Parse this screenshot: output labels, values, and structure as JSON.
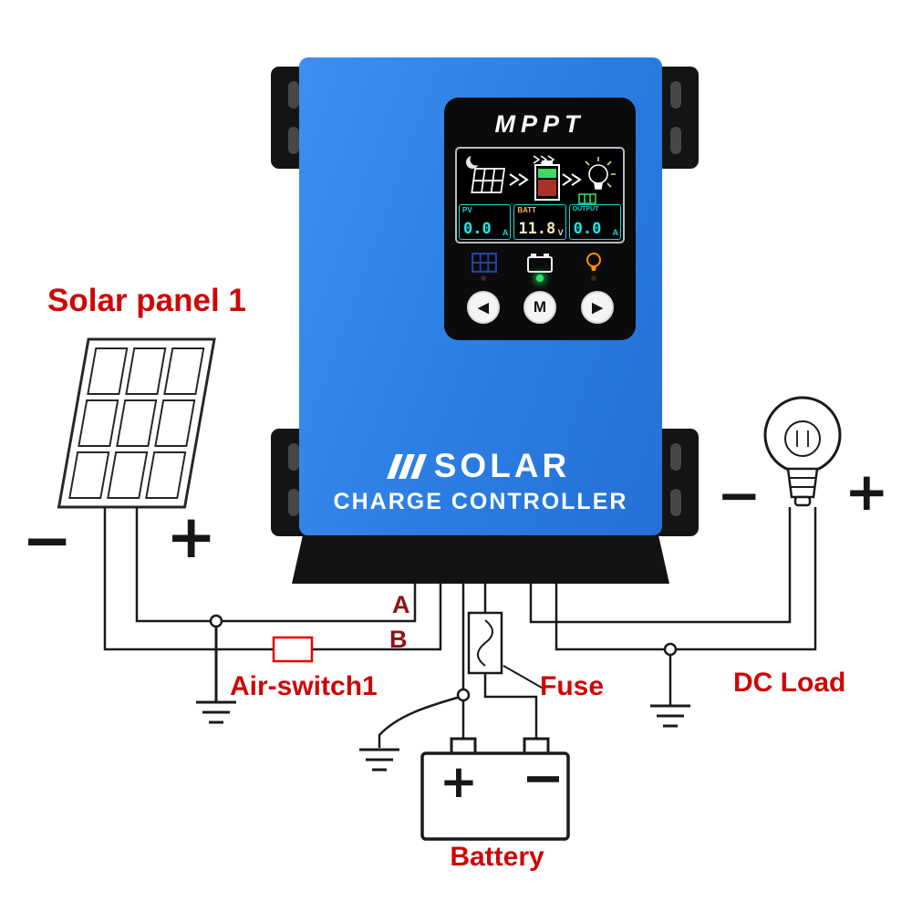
{
  "diagram": {
    "labels": {
      "solar_panel": "Solar panel 1",
      "air_switch": "Air-switch1",
      "fuse": "Fuse",
      "dc_load": "DC Load",
      "battery": "Battery",
      "wire_a": "A",
      "wire_b": "B",
      "panel_minus": "−",
      "panel_plus": "+",
      "load_minus": "−",
      "load_plus": "+",
      "battery_plus": "+",
      "battery_minus": "−"
    }
  },
  "controller": {
    "brand": "MPPT",
    "name_line1": "SOLAR",
    "name_line2": "CHARGE CONTROLLER",
    "lcd": {
      "pv": {
        "label": "PV",
        "value": "0.0",
        "unit": "A"
      },
      "batt": {
        "label": "BATT",
        "value": "11.8",
        "unit": "V"
      },
      "output": {
        "label": "OUTPUT",
        "value": "0.0",
        "unit": "A"
      }
    },
    "buttons": {
      "prev": "◀",
      "menu": "M",
      "next": "▶"
    }
  },
  "colors": {
    "body_blue": "#2b7de2",
    "label_red": "#cf0606",
    "lcd_cyan": "#17d8d8",
    "lcd_amber": "#ffb347",
    "led_green": "#2ee56a",
    "switch_red": "#e60000"
  }
}
